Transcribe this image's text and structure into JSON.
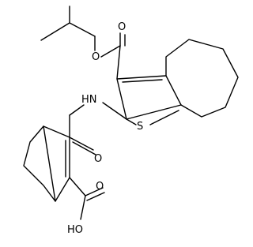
{
  "structure": {
    "atom_labels": {
      "ester_o_carbonyl": "O",
      "ester_o_single": "O",
      "nh": "HN",
      "s": "S",
      "amide_o": "O",
      "acid_o_carbonyl": "O",
      "acid_oh": "HO"
    }
  },
  "colors": {
    "bond": "#000000",
    "label": "#000000",
    "background": "#ffffff"
  }
}
